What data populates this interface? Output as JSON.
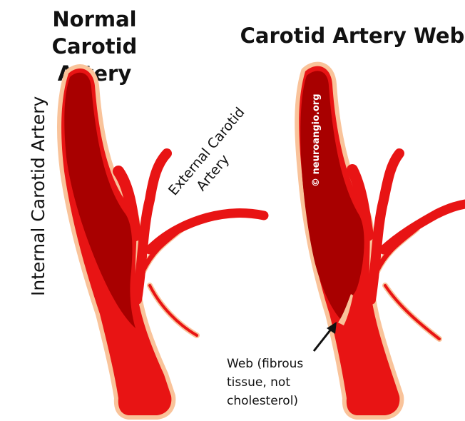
{
  "titles": {
    "left_line1": "Normal Carotid",
    "left_line2": "Artery",
    "right": "Carotid Artery Web"
  },
  "labels": {
    "internal": "Internal Carotid Artery",
    "external_line1": "External Carotid",
    "external_line2": "Artery",
    "watermark": "© neuroangio.org",
    "web_line1": "Web (fibrous",
    "web_line2": "tissue, not",
    "web_line3": "cholesterol)"
  },
  "colors": {
    "vessel": "#e81414",
    "internal_dark": "#a80000",
    "halo": "#f9c39a",
    "text": "#111111"
  }
}
